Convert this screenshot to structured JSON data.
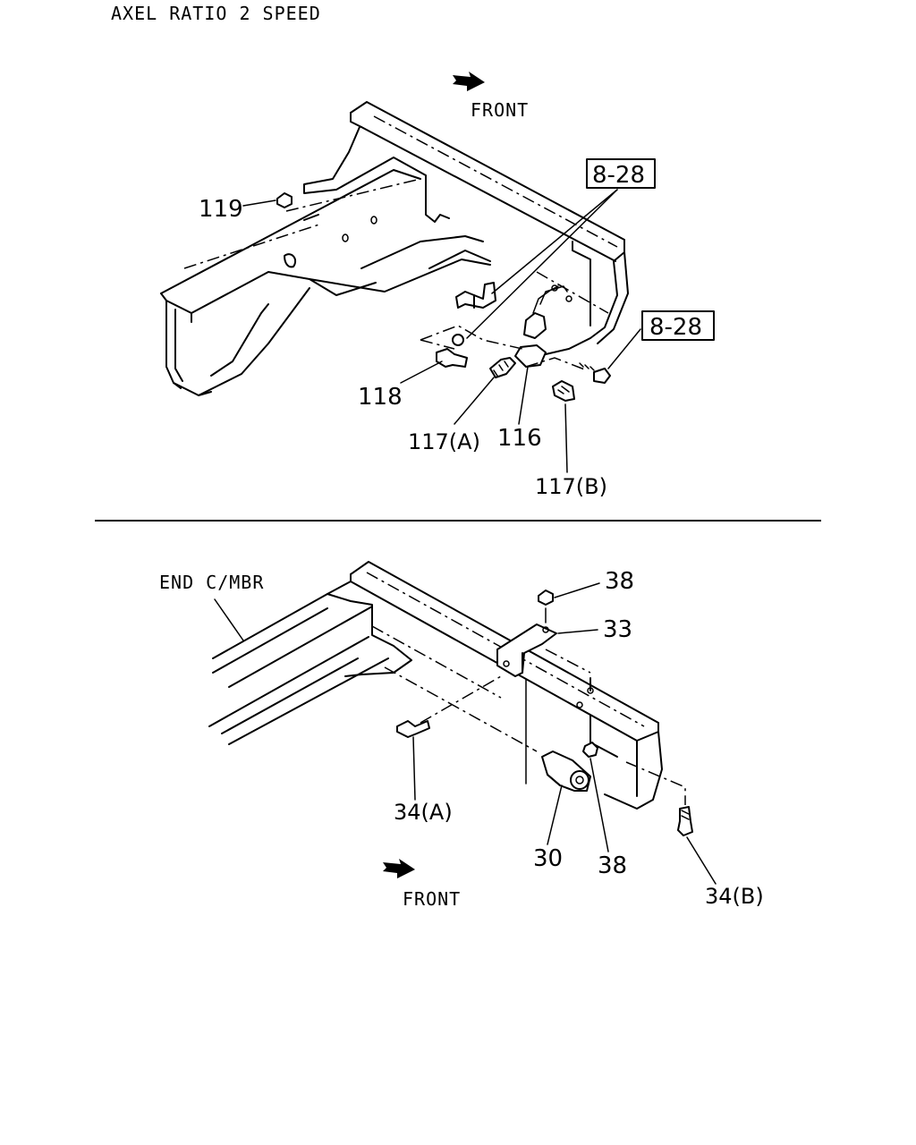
{
  "title": "AXEL RATIO 2 SPEED",
  "top_view": {
    "front_label": "FRONT",
    "ref_boxes": [
      "8-28",
      "8-28"
    ],
    "callouts": [
      "119",
      "118",
      "117(A)",
      "116",
      "117(B)"
    ]
  },
  "bottom_view": {
    "end_member_label": "END C/MBR",
    "front_label": "FRONT",
    "callouts": [
      "38",
      "33",
      "34(A)",
      "30",
      "38",
      "34(B)"
    ]
  },
  "icons": [
    "front-arrow-icon",
    "front-arrow-icon"
  ]
}
